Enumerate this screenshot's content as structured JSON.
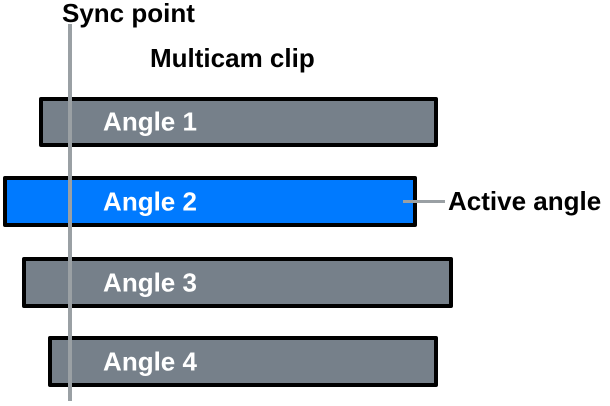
{
  "diagram": {
    "sync_point_label": "Sync point",
    "clip_title": "Multicam clip",
    "active_angle_label": "Active angle",
    "angles": [
      {
        "label": "Angle 1",
        "state": "inactive"
      },
      {
        "label": "Angle 2",
        "state": "active"
      },
      {
        "label": "Angle 3",
        "state": "inactive"
      },
      {
        "label": "Angle 4",
        "state": "inactive"
      }
    ],
    "colors": {
      "background": "#FFFFFF",
      "active_angle_fill": "#007AFF",
      "inactive_angle_fill": "#76808A",
      "bar_border": "#000000",
      "sync_line": "#9AA0A4",
      "callout_line": "#9AA0A4",
      "heading_text": "#000000",
      "bar_label_text": "#FFFFFF"
    }
  }
}
